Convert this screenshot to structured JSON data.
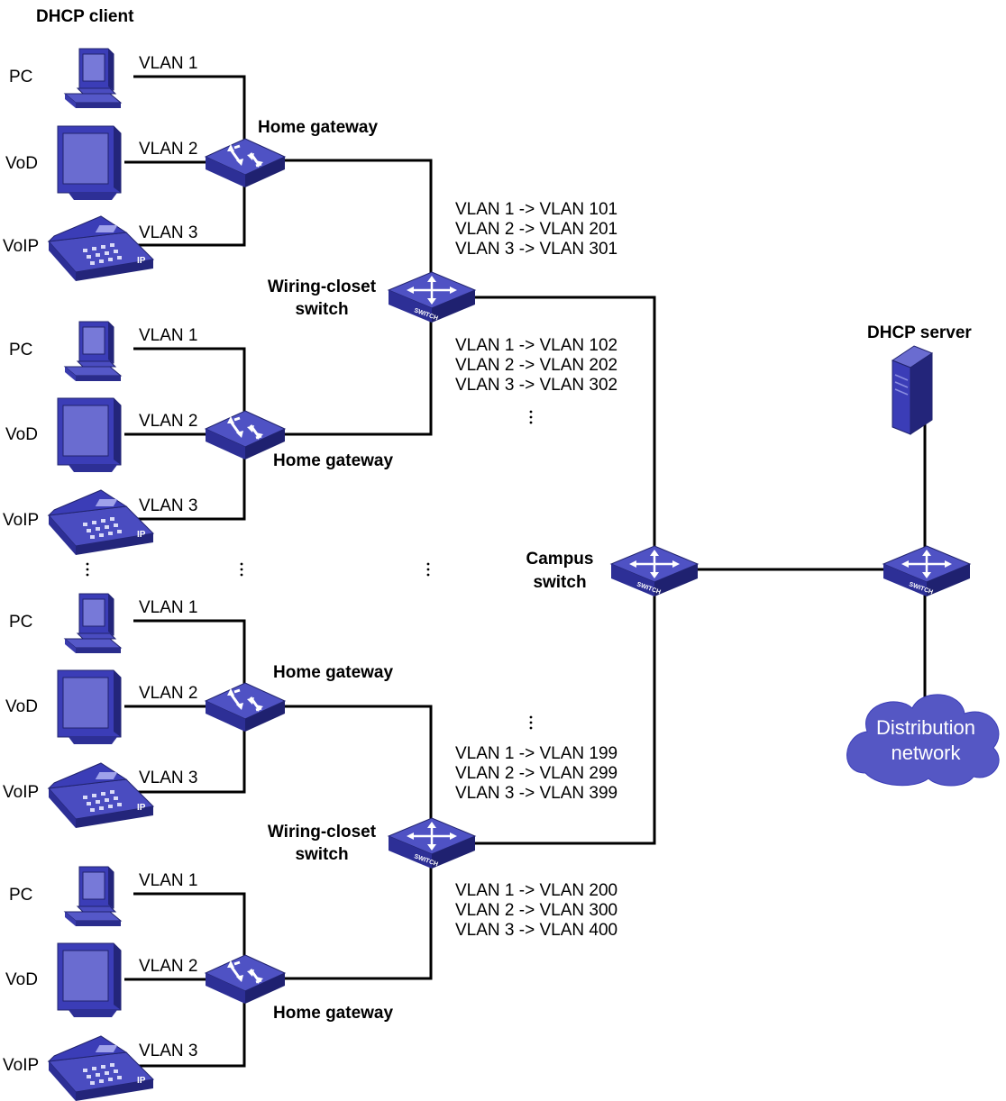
{
  "title": "DHCP client",
  "server_title": "DHCP server",
  "device_labels": {
    "pc": "PC",
    "vod": "VoD",
    "voip": "VoIP"
  },
  "vlan_labels": [
    "VLAN 1",
    "VLAN 2",
    "VLAN 3"
  ],
  "home_gateway": "Home gateway",
  "wiring_closet": [
    "Wiring-closet",
    "switch"
  ],
  "campus": [
    "Campus",
    "switch"
  ],
  "mappings": [
    [
      "VLAN 1 -> VLAN 101",
      "VLAN 2 -> VLAN 201",
      "VLAN 3 -> VLAN 301"
    ],
    [
      "VLAN 1 -> VLAN 102",
      "VLAN 2 -> VLAN 202",
      "VLAN 3 -> VLAN 302"
    ],
    [
      "VLAN 1 -> VLAN 199",
      "VLAN 2 -> VLAN 299",
      "VLAN 3 -> VLAN 399"
    ],
    [
      "VLAN 1 -> VLAN 200",
      "VLAN 2 -> VLAN 300",
      "VLAN 3 -> VLAN 400"
    ]
  ],
  "cloud": [
    "Distribution",
    "network"
  ],
  "icons": {
    "pc": "pc-icon",
    "monitor": "monitor-icon",
    "phone": "ip-phone-icon",
    "gateway": "home-gateway-icon",
    "switch": "switch-icon",
    "server": "server-icon",
    "cloud": "cloud-icon"
  },
  "colors": {
    "device_blue": "#3b3db7",
    "device_light": "#8a8de0",
    "device_dark": "#22246e"
  }
}
